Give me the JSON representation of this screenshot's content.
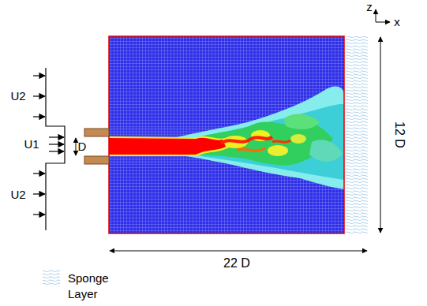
{
  "diagram": {
    "labels": [
      "z",
      "x",
      "U2",
      "U1",
      "D",
      "U2",
      "12 D",
      "22 D"
    ],
    "legend": [
      {
        "text": "Sponge Layer"
      }
    ]
  }
}
